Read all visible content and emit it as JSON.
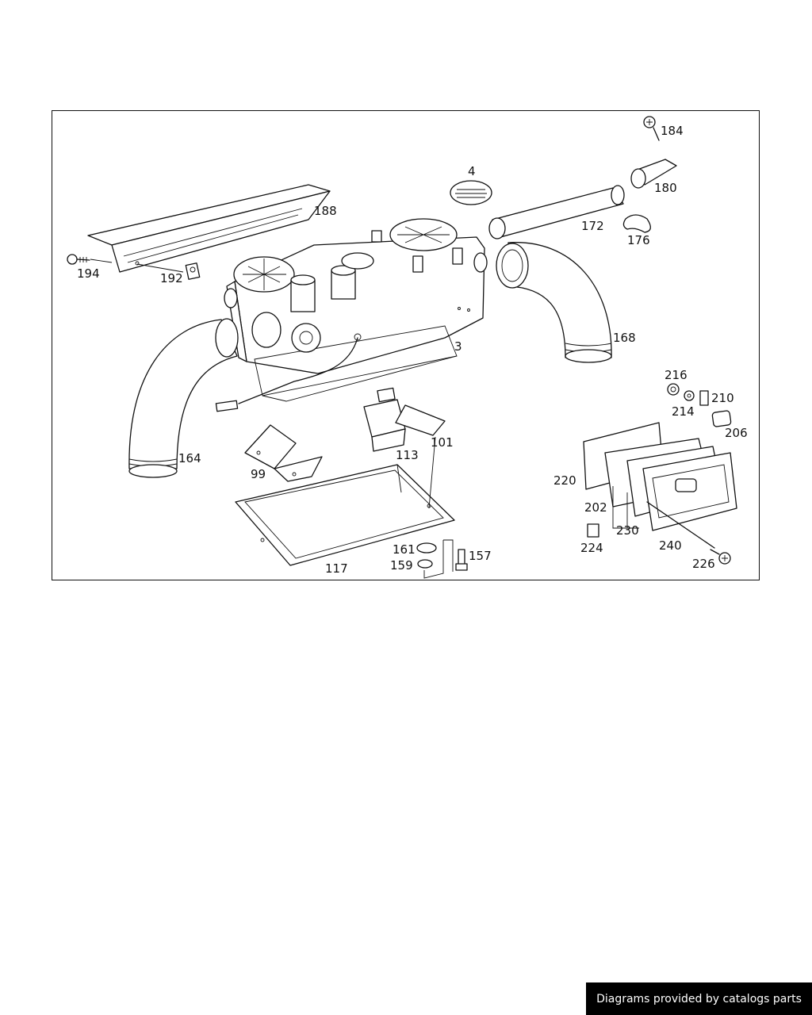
{
  "diagram": {
    "part_labels": {
      "p184": "184",
      "p4": "4",
      "p180": "180",
      "p188": "188",
      "p172": "172",
      "p176": "176",
      "p194": "194",
      "p192": "192",
      "p168": "168",
      "p3": "3",
      "p216": "216",
      "p210": "210",
      "p214": "214",
      "p206": "206",
      "p101": "101",
      "p113": "113",
      "p164": "164",
      "p99": "99",
      "p220": "220",
      "p202": "202",
      "p230": "230",
      "p224": "224",
      "p240": "240",
      "p161": "161",
      "p157": "157",
      "p159": "159",
      "p226": "226",
      "p117": "117"
    }
  },
  "footer": {
    "credit": "Diagrams provided by catalogs parts"
  }
}
